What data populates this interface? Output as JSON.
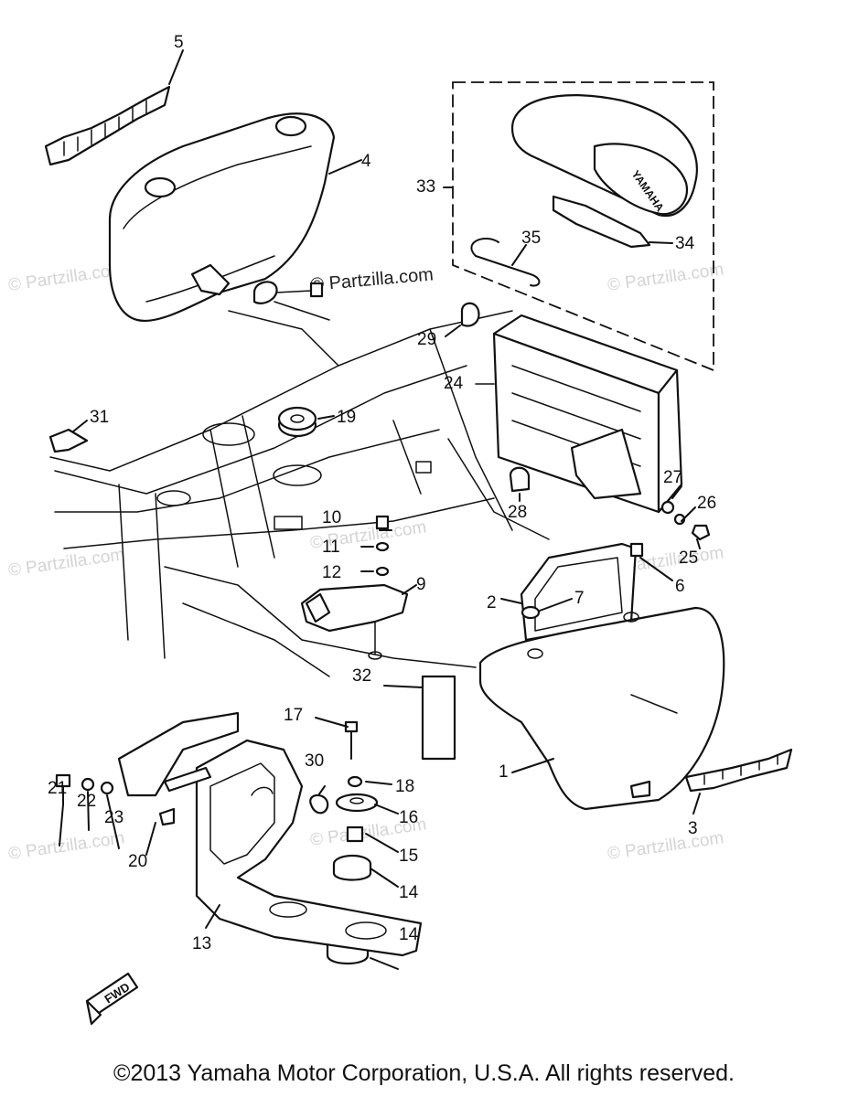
{
  "watermark": "© Partzilla.com",
  "watermark_center": "© Partzilla.com",
  "copyright": "©2013  Yamaha Motor Corporation, U.S.A. All rights reserved.",
  "emblem_text": "YAMAHA",
  "fwd_text": "FWD",
  "labels": {
    "p1": "1",
    "p2": "2",
    "p3": "3",
    "p4": "4",
    "p5": "5",
    "p6": "6",
    "p7": "7",
    "p9": "9",
    "p10": "10",
    "p11": "11",
    "p12": "12",
    "p13": "13",
    "p14a": "14",
    "p14b": "14",
    "p15": "15",
    "p16": "16",
    "p17": "17",
    "p18": "18",
    "p19": "19",
    "p20": "20",
    "p21": "21",
    "p22": "22",
    "p23": "23",
    "p24": "24",
    "p25": "25",
    "p26": "26",
    "p27": "27",
    "p28": "28",
    "p29": "29",
    "p30": "30",
    "p31": "31",
    "p32": "32",
    "p33": "33",
    "p34": "34",
    "p35": "35"
  }
}
